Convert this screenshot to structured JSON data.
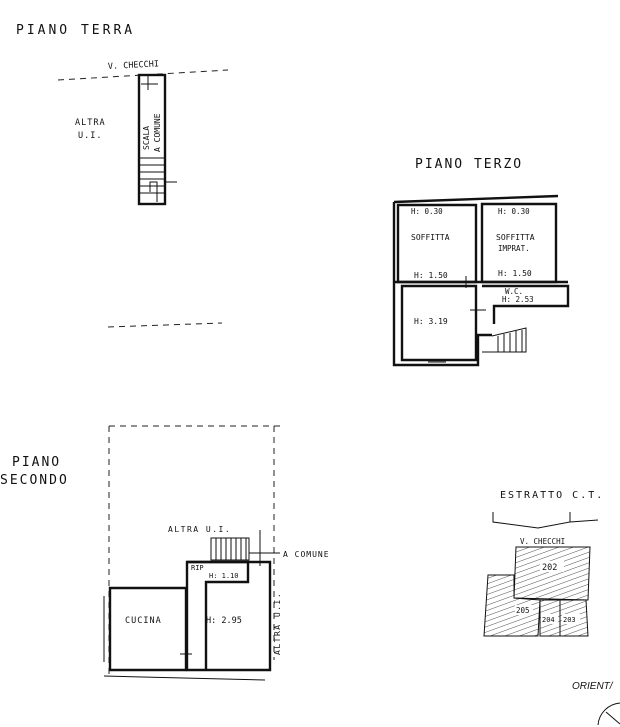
{
  "titles": {
    "piano_terra": "PIANO TERRA",
    "piano_terzo": "PIANO TERZO",
    "piano_secondo_line1": "PIANO",
    "piano_secondo_line2": "SECONDO",
    "estratto": "ESTRATTO C.T."
  },
  "piano_terra": {
    "street": "V. CHECCHI",
    "altra_ui_line1": "ALTRA",
    "altra_ui_line2": "U.I.",
    "scala_line1": "SCALA",
    "scala_line2": "A COMUNE"
  },
  "piano_terzo": {
    "left_height_top": "H: 0.30",
    "left_room": "SOFFITTA",
    "left_height_bottom": "H: 1.50",
    "right_height_top": "H: 0.30",
    "right_room_line1": "SOFFITTA",
    "right_room_line2": "IMPRAT.",
    "right_height_bottom": "H: 1.50",
    "wc_label": "W.C.",
    "wc_height": "H: 2.53",
    "lower_room_height": "H: 3.19"
  },
  "piano_secondo": {
    "altra_ui_top": "ALTRA U.I.",
    "a_comune": "A COMUNE",
    "rip": "RIP",
    "rip_height": "H: 1.10",
    "cucina": "CUCINA",
    "room_height": "H: 2.95",
    "altra_ui_side": "ALTRA U.I."
  },
  "estratto": {
    "street": "V. CHECCHI",
    "parcels": [
      "202",
      "205",
      "204",
      "203"
    ]
  },
  "orientation_label": "ORIENT/"
}
